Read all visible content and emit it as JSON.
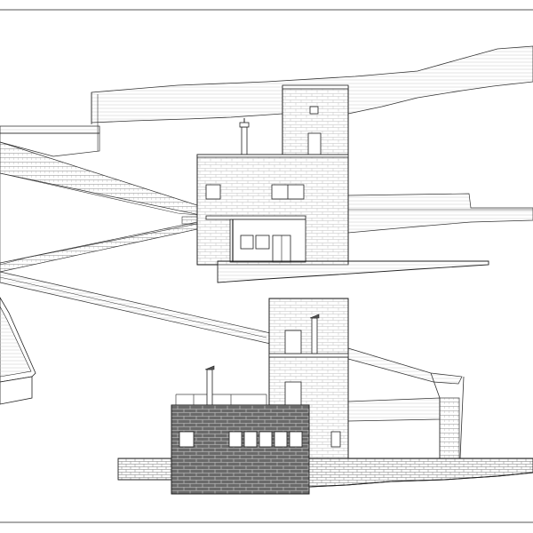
{
  "drawing": {
    "kind": "architectural-elevation",
    "views": [
      {
        "id": "upper-elevation",
        "material": "light-stone"
      },
      {
        "id": "lower-elevation",
        "material": "dark-stone"
      }
    ],
    "line_color": "#333333",
    "hatch_color": "#999999",
    "dark_fill": "#5a5a5a",
    "background": "#ffffff"
  }
}
